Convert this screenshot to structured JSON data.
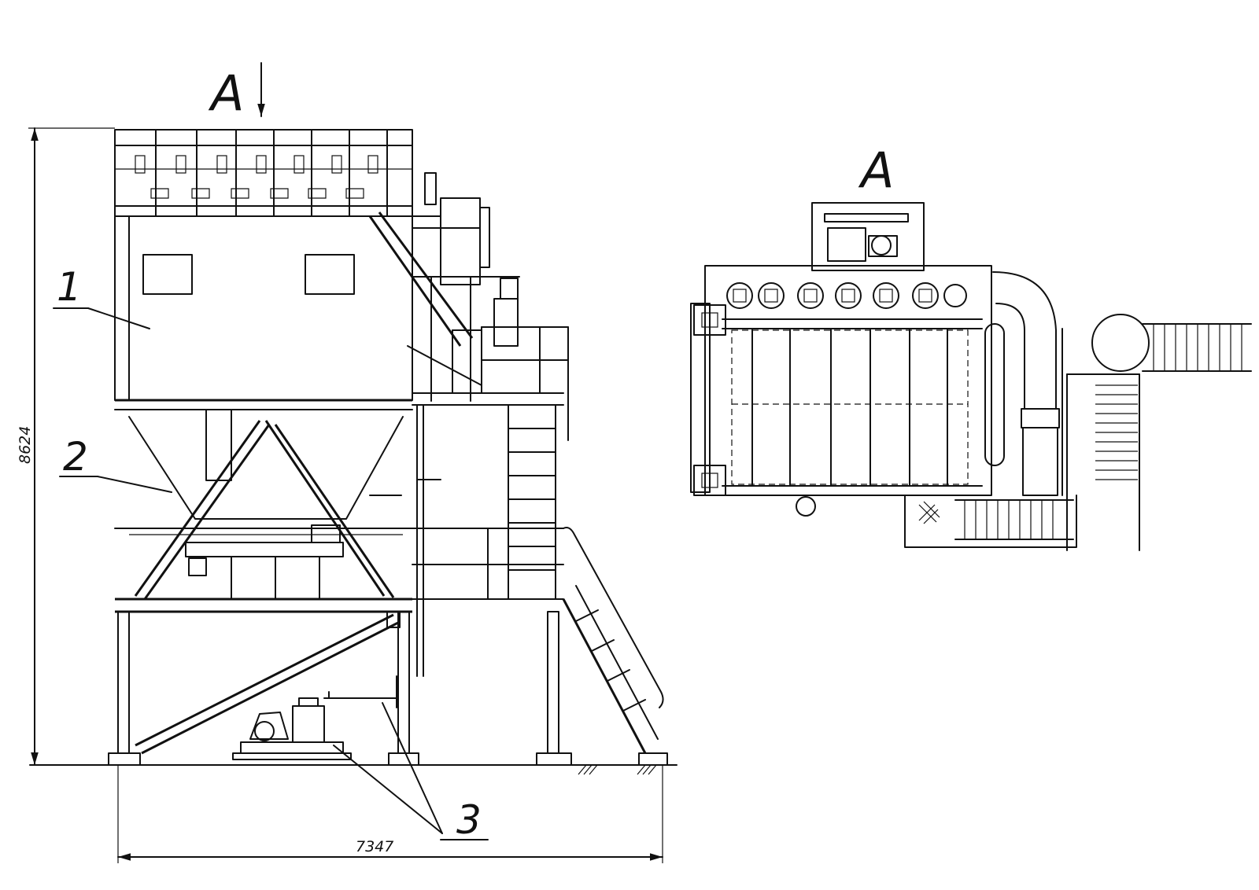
{
  "view_marker_top": "А",
  "view_title": "А",
  "callouts": {
    "one": "1",
    "two": "2",
    "three": "3"
  },
  "dimensions": {
    "height": "8624",
    "width": "7347"
  }
}
